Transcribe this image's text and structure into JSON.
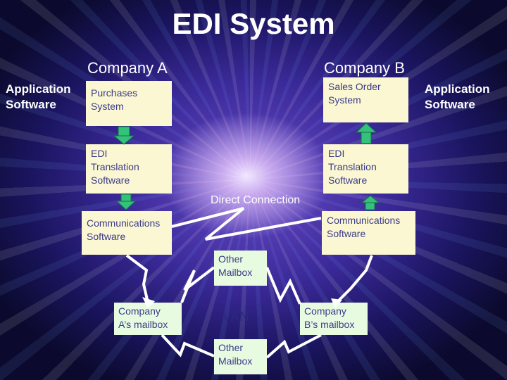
{
  "title": "EDI System",
  "company_a": "Company A",
  "company_b": "Company B",
  "app_software_left": "Application\nSoftware",
  "app_software_right": "Application\nSoftware",
  "boxes": {
    "purchases": "Purchases\nSystem",
    "sales_order": "Sales Order\nSystem",
    "edi_a": "EDI\nTranslation\nSoftware",
    "edi_b": "EDI\nTranslation\nSoftware",
    "comm_a": "Communications\nSoftware",
    "comm_b": "Communications\nSoftware"
  },
  "direct_connection": "Direct Connection",
  "mailboxes": {
    "other_top": "Other\nMailbox",
    "company_a": "Company\nA’s mailbox",
    "van": "VAN",
    "company_b": "Company\nB’s mailbox",
    "other_bottom": "Other\nMailbox"
  },
  "colors": {
    "arrow": "#33c27a",
    "box": "#fbf7d2",
    "mailbox": "#e7fbe1",
    "box_text": "#3b3b8a"
  }
}
